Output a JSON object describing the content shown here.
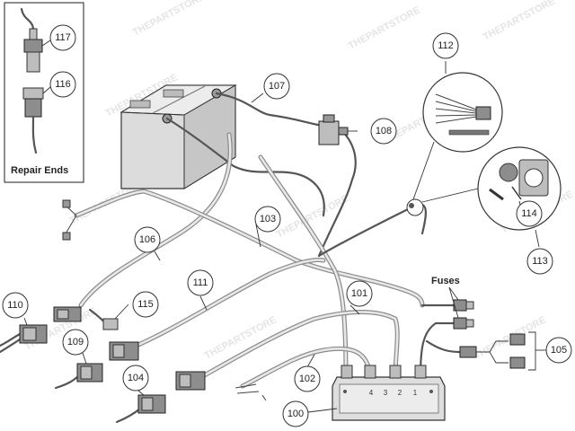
{
  "watermark": "THEPARTSTORE",
  "inset": {
    "title": "Repair Ends",
    "callouts": [
      "117",
      "116"
    ]
  },
  "fuses_label": "Fuses",
  "control_pins": [
    "4",
    "3",
    "2",
    "1"
  ],
  "callouts": {
    "c100": "100",
    "c101": "101",
    "c102": "102",
    "c103": "103",
    "c104": "104",
    "c105": "105",
    "c106": "106",
    "c107": "107",
    "c108": "108",
    "c109": "109",
    "c110": "110",
    "c111": "111",
    "c112": "112",
    "c113": "113",
    "c114": "114",
    "c115": "115"
  },
  "colors": {
    "line": "#333333",
    "battery": "#dcdcdc",
    "watermark": "#cfcfcf"
  }
}
